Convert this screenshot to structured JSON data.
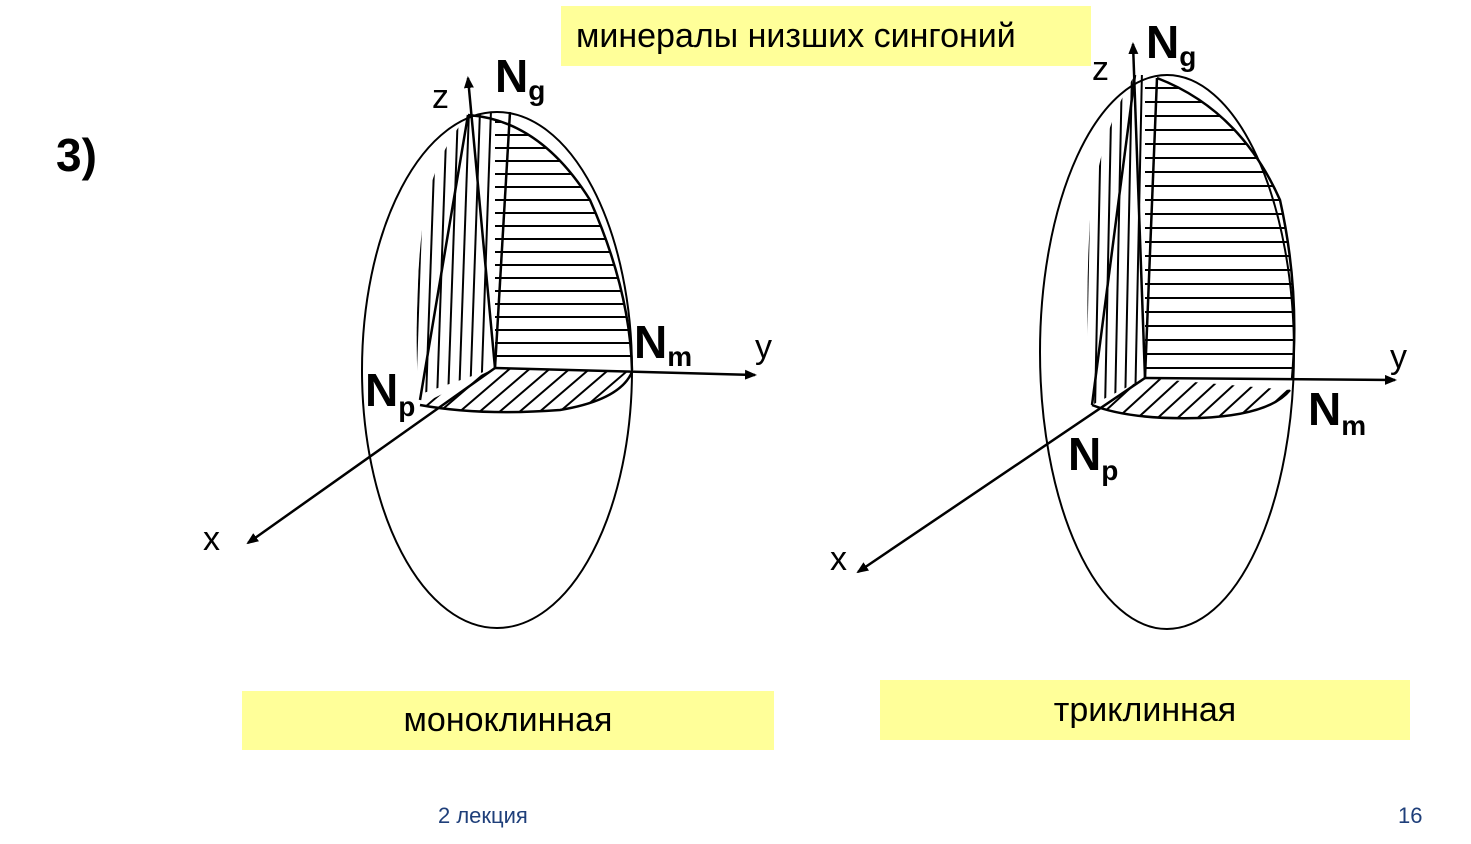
{
  "slide": {
    "title": "минералы низших сингоний",
    "item_number": "3)",
    "footer_lecture": "2 лекция",
    "page_number": "16"
  },
  "diagrams": [
    {
      "caption": "моноклинная",
      "axis_labels": {
        "x": "x",
        "y": "y",
        "z": "z"
      },
      "indicatrix_axes": [
        {
          "symbol": "N",
          "subscript": "g"
        },
        {
          "symbol": "N",
          "subscript": "m"
        },
        {
          "symbol": "N",
          "subscript": "p"
        }
      ]
    },
    {
      "caption": "триклинная",
      "axis_labels": {
        "x": "x",
        "y": "y",
        "z": "z"
      },
      "indicatrix_axes": [
        {
          "symbol": "N",
          "subscript": "g"
        },
        {
          "symbol": "N",
          "subscript": "m"
        },
        {
          "symbol": "N",
          "subscript": "p"
        }
      ]
    }
  ]
}
